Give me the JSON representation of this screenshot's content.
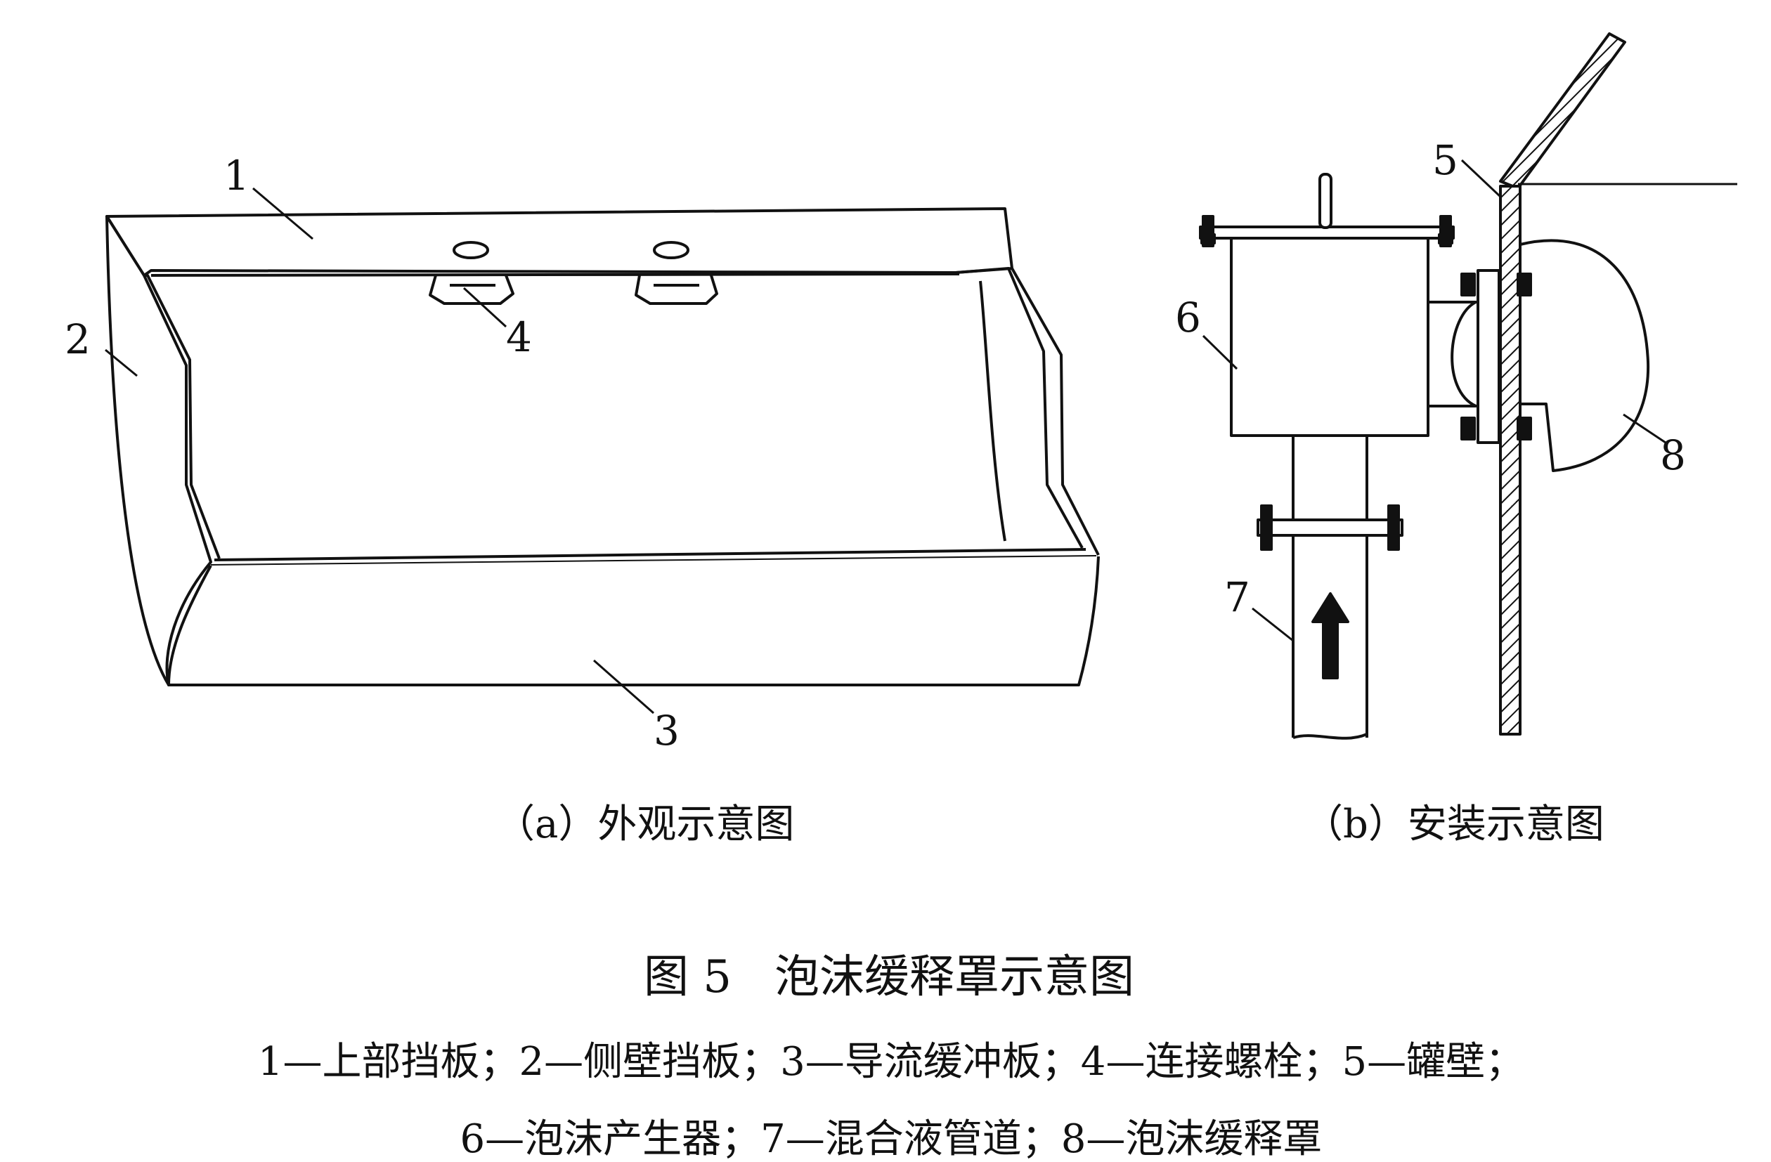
{
  "figure": {
    "caption": "图 5   泡沫缓释罩示意图",
    "legend_line1": "1—上部挡板；2—侧壁挡板；3—导流缓冲板；4—连接螺栓；5—罐壁；",
    "legend_line2": "6—泡沫产生器；7—混合液管道；8—泡沫缓释罩"
  },
  "panel_a": {
    "subtitle": "（a）外观示意图",
    "labels": {
      "n1": "1",
      "n2": "2",
      "n3": "3",
      "n4": "4"
    }
  },
  "panel_b": {
    "subtitle": "（b）安装示意图",
    "labels": {
      "n5": "5",
      "n6": "6",
      "n7": "7",
      "n8": "8"
    }
  }
}
